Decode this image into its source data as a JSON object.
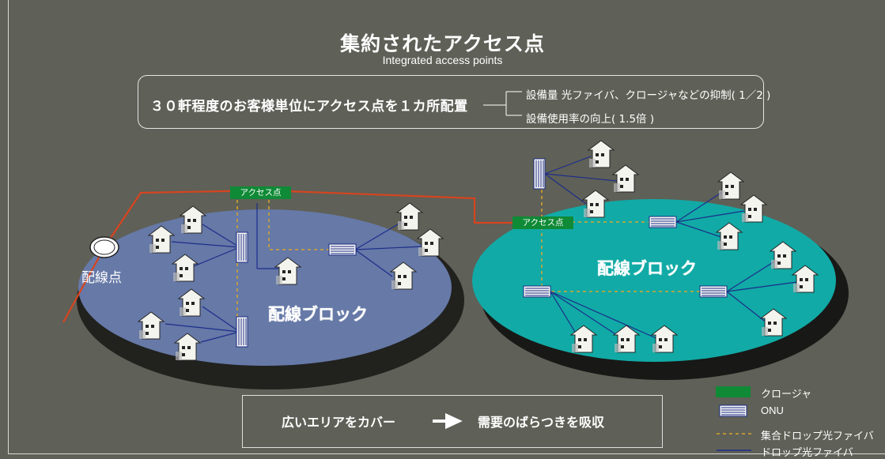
{
  "title": {
    "main": "集約されたアクセス点",
    "subtitle": "Integrated access points"
  },
  "summary_box": {
    "main_text": "３０軒程度のお客様単位にアクセス点を１カ所配置",
    "benefit_1": "設備量 光ファイバ、クロージャなどの抑制( 1／2 )",
    "benefit_2": "設備使用率の向上( 1.5倍 )"
  },
  "diagram": {
    "left_block_label": "配線ブロック",
    "right_block_label": "配線ブロック",
    "wiring_point_label": "配線点",
    "left_access_point_label": "アクセス点",
    "right_access_point_label": "アクセス点"
  },
  "bottom_message": {
    "left": "広いエリアをカバー",
    "right": "需要のばらつきを吸収"
  },
  "legend": {
    "closure": "クロージャ",
    "onu": "ONU",
    "aggregate_fiber": "集合ドロップ光ファイバ",
    "drop_fiber": "ドロップ光ファイバ"
  },
  "colors": {
    "background": "#5f6057",
    "left_block": "#6679a7",
    "right_block": "#11aaa6",
    "closure": "#0f8a36",
    "cable_orange": "#d7441f",
    "aggregate_fiber": "#d7a62d",
    "drop_fiber": "#1c2d8a"
  }
}
